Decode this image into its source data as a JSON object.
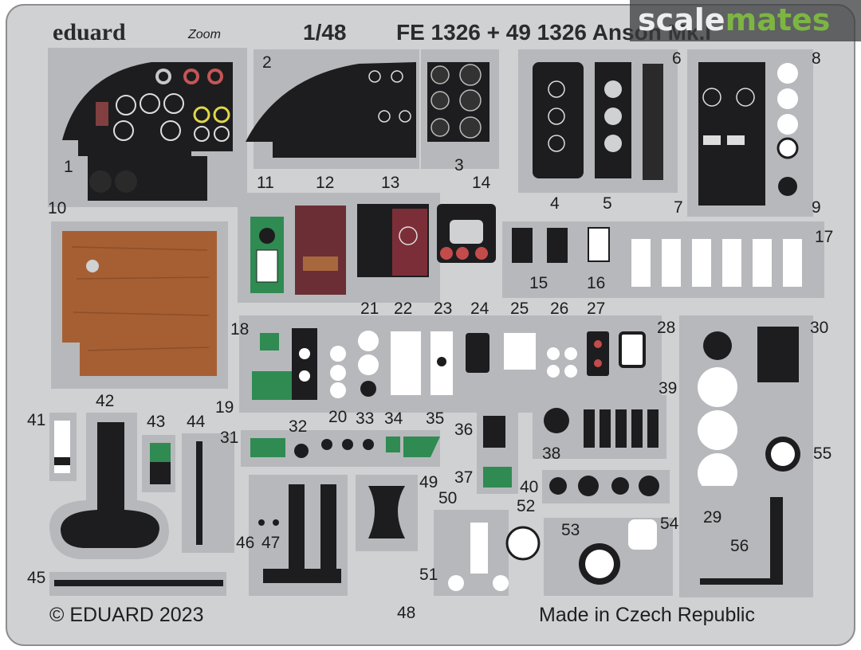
{
  "sheet": {
    "brand": "eduard",
    "brand_sub": "Zoom",
    "scale": "1/48",
    "code": "FE 1326 + 49 1326 Anson Mk.I",
    "copyright": "© EDUARD 2023",
    "made_in": "Made in Czech Republic"
  },
  "watermark": {
    "scale": "scale",
    "mates": "mates"
  },
  "colors": {
    "fret": "#cfd1d3",
    "part": "#b6b8bb",
    "panel": "#1d1d1f",
    "panel_green": "#2f8b52",
    "panel_maroon": "#6b2e35",
    "wood": "#a65f33",
    "watermark_green": "#7db542"
  },
  "parts": [
    "1",
    "2",
    "3",
    "4",
    "5",
    "6",
    "7",
    "8",
    "9",
    "10",
    "11",
    "12",
    "13",
    "14",
    "15",
    "16",
    "17",
    "18",
    "19",
    "20",
    "21",
    "22",
    "23",
    "24",
    "25",
    "26",
    "27",
    "28",
    "29",
    "30",
    "31",
    "32",
    "33",
    "34",
    "35",
    "36",
    "37",
    "38",
    "39",
    "40",
    "41",
    "42",
    "43",
    "44",
    "45",
    "46",
    "47",
    "48",
    "49",
    "50",
    "51",
    "52",
    "53",
    "54",
    "55",
    "56"
  ]
}
